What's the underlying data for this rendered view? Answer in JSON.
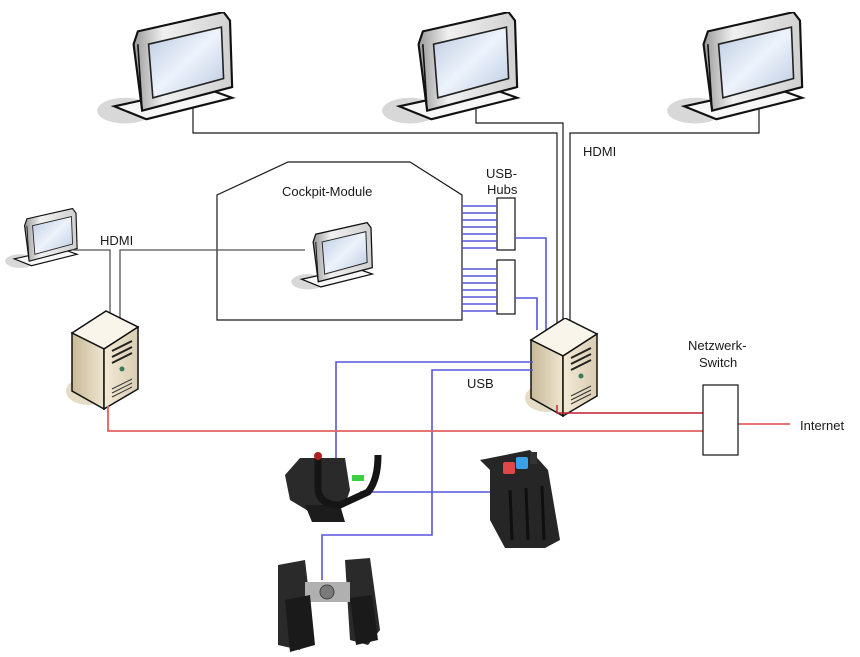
{
  "labels": {
    "cockpit_module": "Cockpit-Module",
    "usb_hubs_line1": "USB-",
    "usb_hubs_line2": "Hubs",
    "hdmi_left": "HDMI",
    "hdmi_right": "HDMI",
    "usb": "USB",
    "switch_line1": "Netzwerk-",
    "switch_line2": "Switch",
    "internet": "Internet"
  },
  "devices": {
    "monitors": [
      "top-left-monitor",
      "top-center-monitor",
      "top-right-monitor",
      "left-monitor",
      "cockpit-monitor"
    ],
    "computers": [
      "left-pc",
      "main-pc"
    ],
    "usb_hubs": 2,
    "usb_ports_per_hub": 7,
    "peripherals": [
      "yoke",
      "throttle-quadrant",
      "rudder-pedals"
    ],
    "network": [
      "network-switch"
    ]
  },
  "colors": {
    "hdmi_line": "#1a1a1a",
    "usb_line": "#5555dd",
    "network_line": "#e46060"
  }
}
